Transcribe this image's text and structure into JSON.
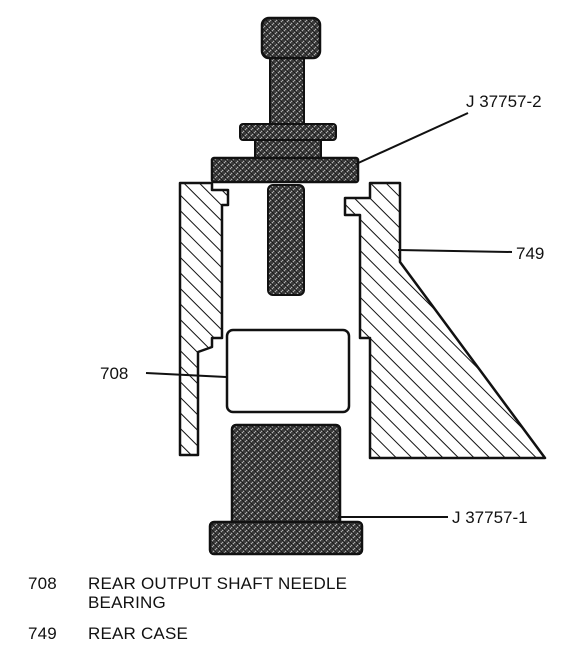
{
  "callouts": {
    "tool_top": "J 37757-2",
    "rear_case": "749",
    "bearing": "708",
    "tool_bottom": "J 37757-1"
  },
  "legend": [
    {
      "number": "708",
      "text": "REAR OUTPUT SHAFT NEEDLE BEARING"
    },
    {
      "number": "749",
      "text": "REAR CASE"
    }
  ]
}
